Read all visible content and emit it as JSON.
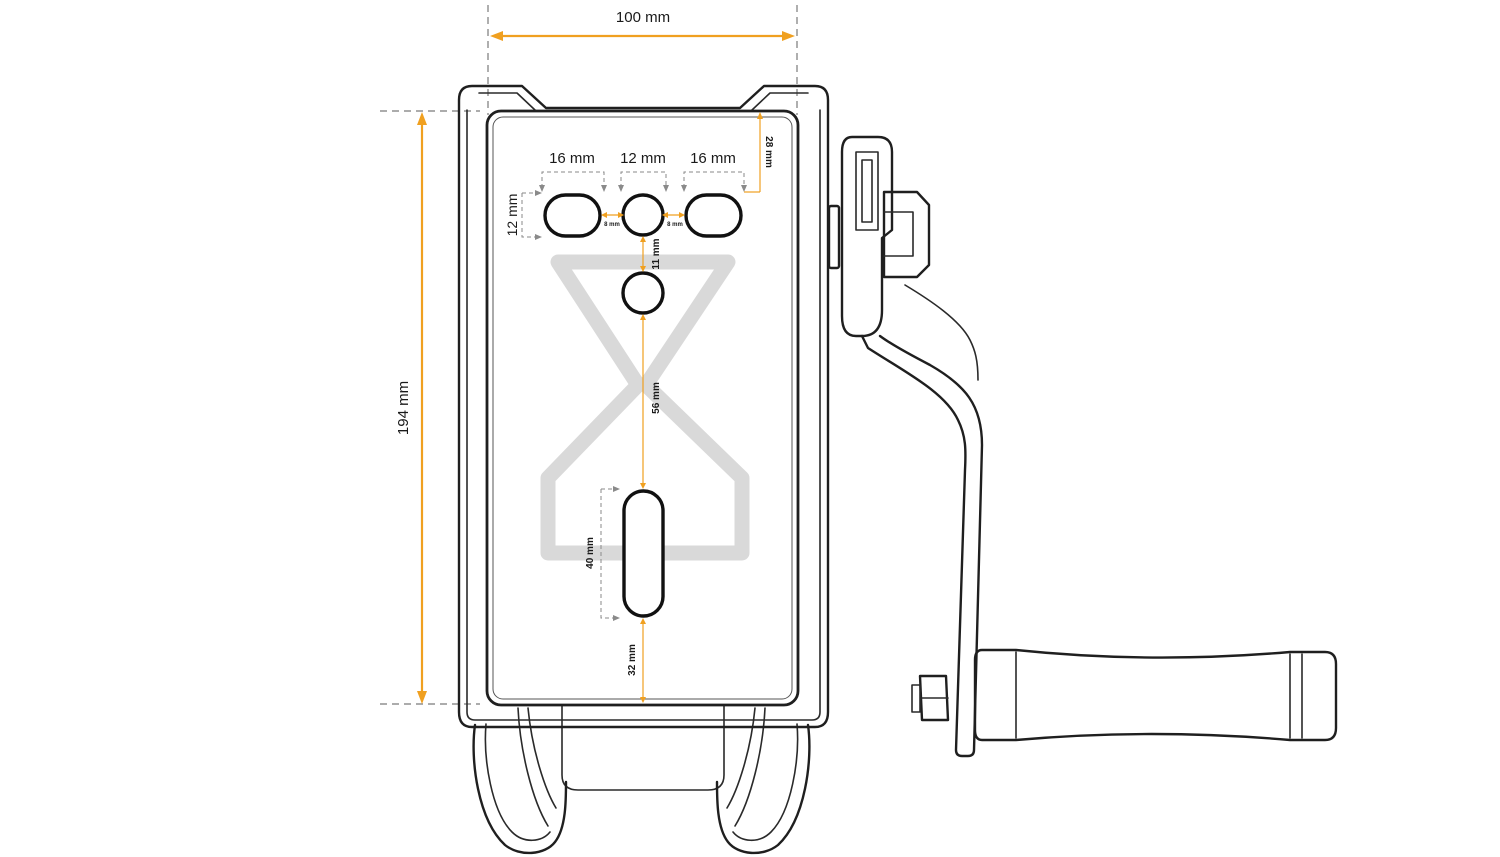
{
  "dimensions": {
    "width": "100 mm",
    "height": "194 mm",
    "top_offset": "28 mm",
    "slot_width_left": "16 mm",
    "hole_diameter": "12 mm",
    "slot_width_right": "16 mm",
    "slot_height": "12 mm",
    "gap_left": "8 mm",
    "gap_right": "8 mm",
    "hole_spacing": "11 mm",
    "center_to_slot": "56 mm",
    "long_slot_length": "40 mm",
    "bottom_offset": "32 mm"
  },
  "colors": {
    "dimension_accent": "#f0a020",
    "outline": "#1f1f1f",
    "logo_watermark": "#d9d9d9",
    "guide_gray": "#8a8a8a"
  }
}
